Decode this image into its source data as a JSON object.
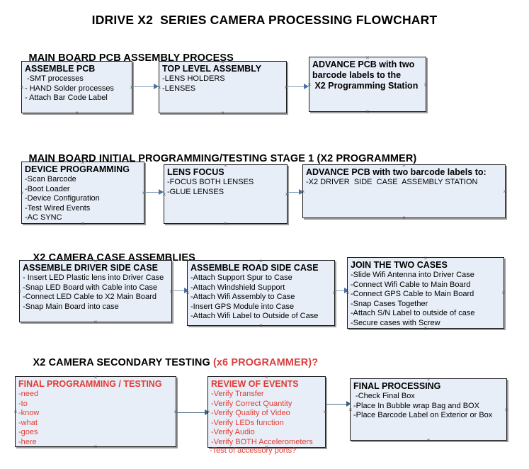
{
  "title": "IDRIVE X2  SERIES CAMERA PROCESSING FLOWCHART",
  "colors": {
    "node_fill": "#e8eef7",
    "node_border": "#1a1a1a",
    "connector": "#7f9cb5",
    "arrow_head": "#4b72a8",
    "accent_red": "#e23b33",
    "heading_accent_red": "#d94040",
    "text": "#000000",
    "background": "#ffffff"
  },
  "sections": [
    {
      "id": "main-board-pcb-assembly-process",
      "heading": "MAIN BOARD PCB ASSEMBLY PROCESS",
      "heading_accent": "",
      "nodes": [
        {
          "id": "assemble-pcb",
          "title": "ASSEMBLE PCB",
          "lines": [
            " -SMT processes",
            "- HAND Solder processes",
            "- Attach Bar Code Label"
          ],
          "color": "black"
        },
        {
          "id": "top-level-assembly",
          "title": "TOP LEVEL ASSEMBLY",
          "lines": [
            "-LENS HOLDERS",
            "-LENSES"
          ],
          "color": "black"
        },
        {
          "id": "advance-pcb-to-x2-programming-station",
          "title": "ADVANCE PCB with two",
          "lines": [
            "barcode labels to the",
            " X2 Programming Station"
          ],
          "color": "black",
          "all_bold": true
        }
      ]
    },
    {
      "id": "main-board-initial-programming-testing-stage-1",
      "heading": "MAIN BOARD INITIAL PROGRAMMING/TESTING STAGE 1 (X2 PROGRAMMER)",
      "heading_accent": "",
      "nodes": [
        {
          "id": "device-programming",
          "title": "DEVICE PROGRAMMING",
          "lines": [
            "-Scan Barcode",
            "-Boot Loader",
            "-Device Configuration",
            "-Test Wired Events",
            "-AC SYNC"
          ],
          "color": "black"
        },
        {
          "id": "lens-focus",
          "title": "LENS FOCUS",
          "lines": [
            "-FOCUS BOTH LENSES",
            "-GLUE LENSES"
          ],
          "color": "black"
        },
        {
          "id": "advance-pcb-to-driver-side-case-assembly-station",
          "title": "ADVANCE PCB with two barcode labels to:",
          "lines": [
            "-X2 DRIVER  SIDE  CASE  ASSEMBLY STATION"
          ],
          "color": "black"
        }
      ]
    },
    {
      "id": "x2-camera-case-assemblies",
      "heading": "X2 CAMERA CASE ASSEMBLIES",
      "heading_accent": "",
      "nodes": [
        {
          "id": "assemble-driver-side-case",
          "title": "ASSEMBLE DRIVER SIDE CASE",
          "lines": [
            "- Insert LED Plastic lens into Driver Case",
            "-Snap LED Board with Cable into Case",
            "-Connect LED Cable to X2 Main Board",
            "-Snap Main Board into case"
          ],
          "color": "black"
        },
        {
          "id": "assemble-road-side-case",
          "title": "ASSEMBLE ROAD SIDE CASE",
          "lines": [
            "-Attach Support Spur to Case",
            "-Attach Windshield Support",
            "-Attach Wifi Assembly to Case",
            "-Insert GPS Module into Case",
            "-Attach Wifi Label to Outside of Case"
          ],
          "color": "black"
        },
        {
          "id": "join-the-two-cases",
          "title": "JOIN THE TWO CASES",
          "lines": [
            "-Slide Wifi Antenna into Driver Case",
            "-Connect Wifi Cable to Main Board",
            "-Connect GPS Cable to Main Board",
            "-Snap Cases Together",
            "-Attach S/N Label to outside of case",
            "-Secure cases with Screw"
          ],
          "color": "black"
        }
      ]
    },
    {
      "id": "x2-camera-secondary-testing",
      "heading": "X2 CAMERA SECONDARY TESTING ",
      "heading_accent": "(x6 PROGRAMMER)?",
      "nodes": [
        {
          "id": "final-programming-testing",
          "title": "FINAL PROGRAMMING / TESTING",
          "lines": [
            "-need",
            "-to",
            "-know",
            "-what",
            "-goes",
            "-here"
          ],
          "color": "red"
        },
        {
          "id": "review-of-events",
          "title": "REVIEW OF EVENTS",
          "lines": [
            "-Verify Transfer",
            "-Verify Correct Quantity",
            "-Verify Quality of Video",
            "-Verify LEDs function",
            "-Verify Audio",
            "-Verify BOTH Accelerometers"
          ],
          "overflow_line": "-Test of accessory ports?",
          "color": "red"
        },
        {
          "id": "final-processing",
          "title": "FINAL PROCESSING",
          "lines": [
            " -Check Final Box",
            "-Place In Bubble wrap Bag and BOX",
            "-Place Barcode Label on Exterior or Box"
          ],
          "color": "black"
        }
      ]
    }
  ]
}
